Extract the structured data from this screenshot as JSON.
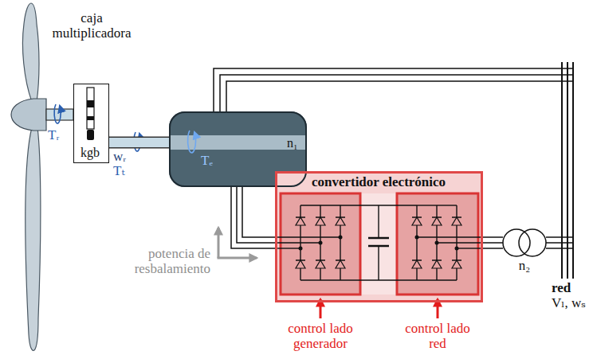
{
  "diagram": {
    "nodes": [
      {
        "text": [
          "caja multiplicadora",
          "kgb"
        ]
      },
      {
        "text": [
          "Tₑ",
          "n₁"
        ]
      },
      {
        "text": [
          "convertidor electrónico"
        ]
      },
      {
        "text": [
          "n₂"
        ]
      }
    ],
    "edges": [
      {
        "from": 0,
        "to": 1,
        "arrow": "none"
      },
      {
        "from": 1,
        "to": 2,
        "arrow": "none"
      },
      {
        "from": 2,
        "to": 3,
        "arrow": "none"
      }
    ],
    "labels": [
      "Tᵣ",
      "wᵣ",
      "Tₜ",
      "potencia de resbalamiento",
      "control lado generador",
      "control lado red",
      "red",
      "Vₗ, wₛ"
    ]
  }
}
